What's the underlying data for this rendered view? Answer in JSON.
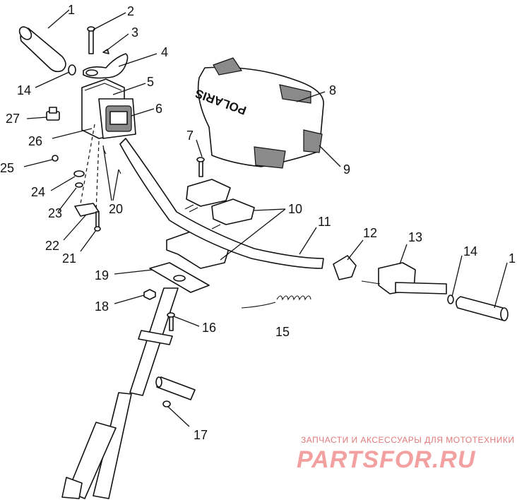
{
  "diagram": {
    "callouts": [
      {
        "id": "c1a",
        "label": "1"
      },
      {
        "id": "c2",
        "label": "2"
      },
      {
        "id": "c3",
        "label": "3"
      },
      {
        "id": "c4",
        "label": "4"
      },
      {
        "id": "c5",
        "label": "5"
      },
      {
        "id": "c6",
        "label": "6"
      },
      {
        "id": "c7",
        "label": "7"
      },
      {
        "id": "c8",
        "label": "8"
      },
      {
        "id": "c9",
        "label": "9"
      },
      {
        "id": "c10",
        "label": "10"
      },
      {
        "id": "c11",
        "label": "11"
      },
      {
        "id": "c12",
        "label": "12"
      },
      {
        "id": "c13",
        "label": "13"
      },
      {
        "id": "c14a",
        "label": "14"
      },
      {
        "id": "c14b",
        "label": "14"
      },
      {
        "id": "c1b",
        "label": "1"
      },
      {
        "id": "c15",
        "label": "15"
      },
      {
        "id": "c16",
        "label": "16"
      },
      {
        "id": "c17",
        "label": "17"
      },
      {
        "id": "c18",
        "label": "18"
      },
      {
        "id": "c19",
        "label": "19"
      },
      {
        "id": "c20",
        "label": "20"
      },
      {
        "id": "c21",
        "label": "21"
      },
      {
        "id": "c22",
        "label": "22"
      },
      {
        "id": "c23",
        "label": "23"
      },
      {
        "id": "c24",
        "label": "24"
      },
      {
        "id": "c25",
        "label": "25"
      },
      {
        "id": "c26",
        "label": "26"
      },
      {
        "id": "c27",
        "label": "27"
      }
    ],
    "hood_logo_text": "POLARIS"
  },
  "watermark": {
    "tagline": "ЗАПЧАСТИ И АКСЕССУАРЫ ДЛЯ МОТОТЕХНИКИ",
    "brand": "PARTSFOR.RU",
    "color": "#e07a7a"
  }
}
